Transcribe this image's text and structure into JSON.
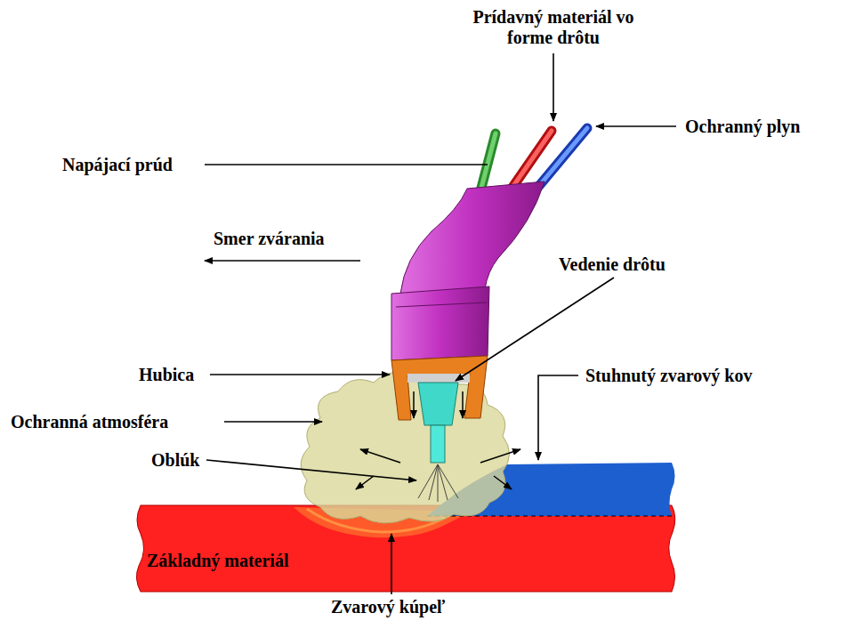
{
  "diagram": {
    "labels": [
      "Prídavný materiál vo forme drôtu",
      "Ochranný plyn",
      "Napájací prúd",
      "Smer zvárania",
      "Vedenie drôtu",
      "Hubica",
      "Stuhnutý zvarový kov",
      "Ochranná atmosféra",
      "Oblúk",
      "Základný materiál",
      "Zvarový kúpeľ"
    ]
  }
}
